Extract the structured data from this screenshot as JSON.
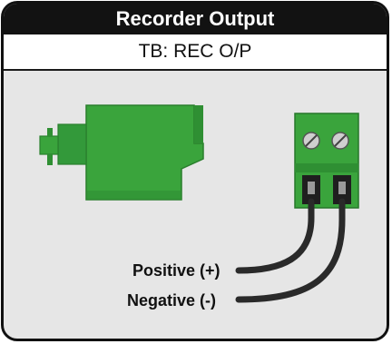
{
  "header": {
    "title": "Recorder Output",
    "subtitle": "TB: REC O/P"
  },
  "labels": {
    "positive": "Positive (+)",
    "negative": "Negative (-)"
  },
  "colors": {
    "connector_green": "#3aa43c",
    "connector_dark": "#26772a",
    "panel_bg": "#e6e6e6",
    "header_bg": "#121212",
    "wire": "#2a2a2a"
  },
  "icons": [
    "plug-connector-icon",
    "terminal-block-icon",
    "screw-icon"
  ]
}
